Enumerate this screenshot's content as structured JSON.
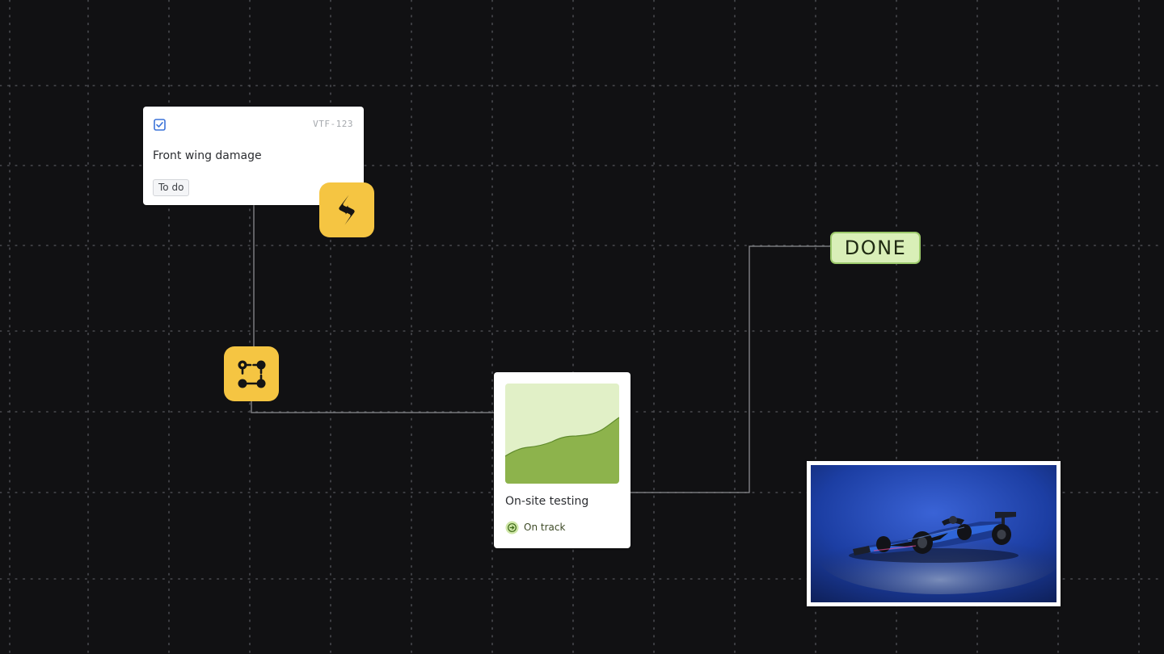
{
  "issue_card": {
    "key": "VTF-123",
    "title": "Front wing damage",
    "status": "To do",
    "check_icon": "checkbox-icon",
    "accent_color": "#3b73d9"
  },
  "app_tiles": {
    "jira": {
      "icon": "jira-logo-icon",
      "color": "#f5c542"
    },
    "automation": {
      "icon": "automation-nodes-icon",
      "color": "#f5c542"
    }
  },
  "done_badge": {
    "label": "DONE",
    "fill_color": "#d9efb8",
    "border_color": "#9cc96b"
  },
  "goal_card": {
    "title": "On-site testing",
    "status": "On track",
    "status_icon": "arrow-right-circle-icon",
    "chart_colors": {
      "background": "#e1f0c7",
      "area": "#8db34c"
    }
  },
  "car_photo": {
    "subject": "race-car-image",
    "background_color": "#1e3fa8"
  }
}
